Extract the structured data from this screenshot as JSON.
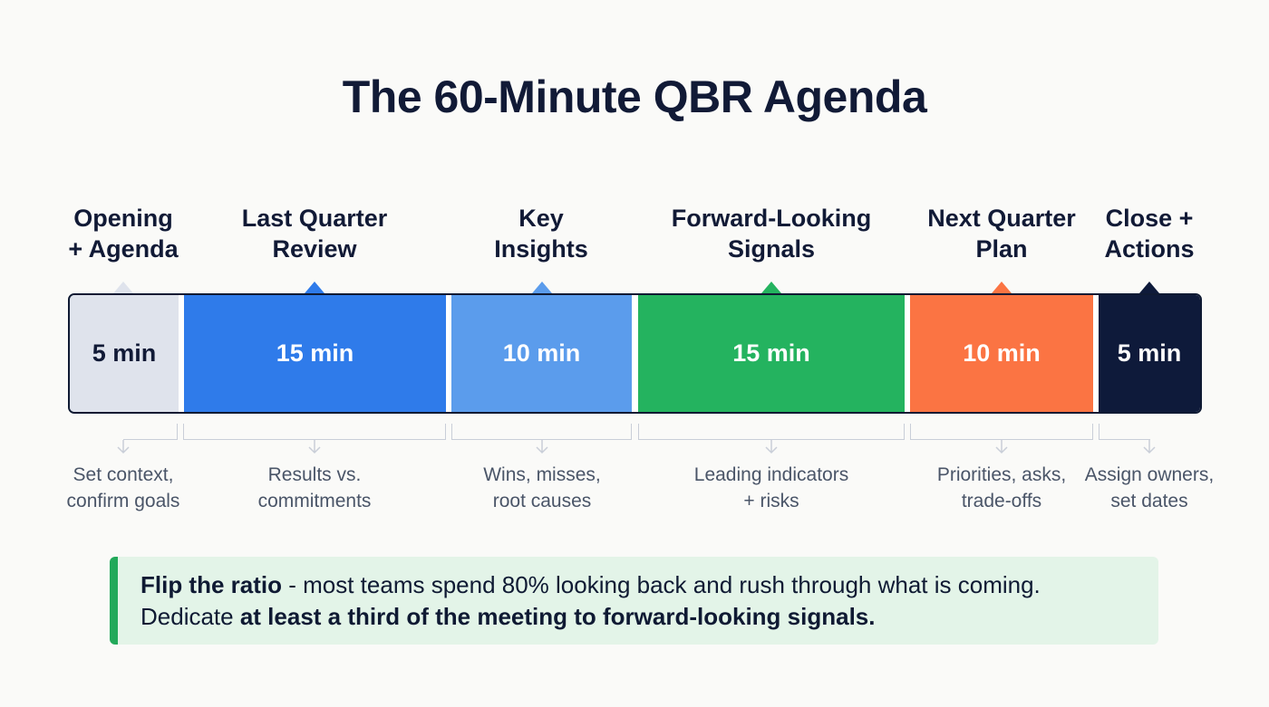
{
  "title": "The 60-Minute QBR Agenda",
  "colors": {
    "background": "#fafaf8",
    "text_dark": "#111a36",
    "text_muted": "#4a5568",
    "bracket": "#c9ced8",
    "callout_bg": "#e3f4e8",
    "callout_accent": "#22a95a"
  },
  "segments": [
    {
      "label_line1": "Opening",
      "label_line2": "+ Agenda",
      "duration": "5 min",
      "description_line1": "Set context,",
      "description_line2": "confirm goals",
      "color": "#dfe3ec",
      "text_color": "#111a36"
    },
    {
      "label_line1": "Last Quarter",
      "label_line2": "Review",
      "duration": "15 min",
      "description_line1": "Results vs.",
      "description_line2": "commitments",
      "color": "#2f7bea",
      "text_color": "#ffffff"
    },
    {
      "label_line1": "Key",
      "label_line2": "Insights",
      "duration": "10 min",
      "description_line1": "Wins, misses,",
      "description_line2": "root causes",
      "color": "#5b9cec",
      "text_color": "#ffffff"
    },
    {
      "label_line1": "Forward-Looking",
      "label_line2": "Signals",
      "duration": "15 min",
      "description_line1": "Leading indicators",
      "description_line2": "+ risks",
      "color": "#24b35f",
      "text_color": "#ffffff"
    },
    {
      "label_line1": "Next Quarter",
      "label_line2": "Plan",
      "duration": "10 min",
      "description_line1": "Priorities, asks,",
      "description_line2": "trade-offs",
      "color": "#fb7443",
      "text_color": "#ffffff"
    },
    {
      "label_line1": "Close +",
      "label_line2": "Actions",
      "duration": "5 min",
      "description_line1": "Assign owners,",
      "description_line2": "set dates",
      "color": "#0e1a3a",
      "text_color": "#ffffff"
    }
  ],
  "callout": {
    "bold_lead": "Flip the ratio",
    "line1_rest": " - most teams spend 80% looking back and rush through what is coming.",
    "line2_normal": "Dedicate ",
    "line2_emphasis": "at least a third of the meeting to forward-looking signals."
  },
  "chart_data": {
    "type": "bar",
    "orientation": "horizontal-stacked",
    "title": "The 60-Minute QBR Agenda",
    "categories": [
      "Opening + Agenda",
      "Last Quarter Review",
      "Key Insights",
      "Forward-Looking Signals",
      "Next Quarter Plan",
      "Close + Actions"
    ],
    "values": [
      5,
      15,
      10,
      15,
      10,
      5
    ],
    "unit": "min",
    "total": 60
  }
}
